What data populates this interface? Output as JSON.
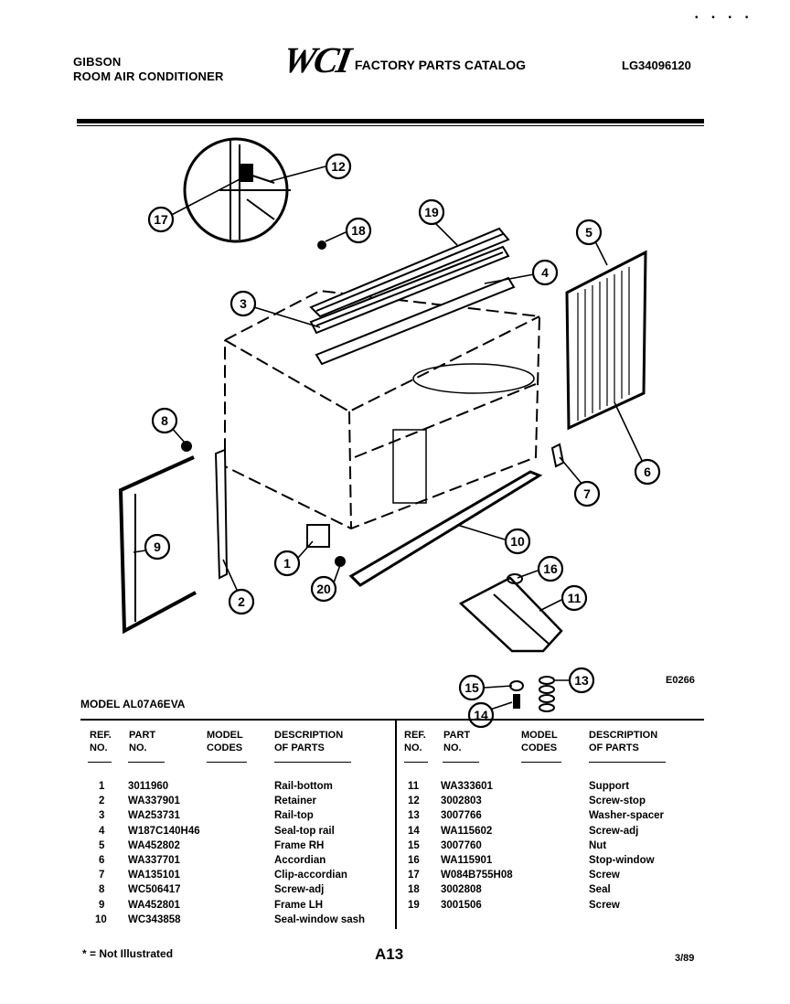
{
  "header": {
    "brand": "GIBSON",
    "product": "ROOM AIR CONDITIONER",
    "logo": "WCI",
    "catalog_title": "FACTORY PARTS CATALOG",
    "catalog_code": "LG34096120"
  },
  "diagram": {
    "code": "E0266",
    "callouts": [
      "1",
      "2",
      "3",
      "4",
      "5",
      "6",
      "7",
      "8",
      "9",
      "10",
      "11",
      "12",
      "13",
      "14",
      "15",
      "16",
      "17",
      "18",
      "19",
      "20"
    ]
  },
  "model": "MODEL AL07A6EVA",
  "table": {
    "headers": {
      "ref": [
        "REF.",
        "NO."
      ],
      "part": [
        "PART",
        "NO."
      ],
      "model": [
        "MODEL",
        "CODES"
      ],
      "desc": [
        "DESCRIPTION",
        "OF PARTS"
      ]
    },
    "left_rows": [
      {
        "ref": "1",
        "part": "3011960",
        "desc": "Rail-bottom"
      },
      {
        "ref": "2",
        "part": "WA337901",
        "desc": "Retainer"
      },
      {
        "ref": "3",
        "part": "WA253731",
        "desc": "Rail-top"
      },
      {
        "ref": "4",
        "part": "W187C140H46",
        "desc": "Seal-top rail"
      },
      {
        "ref": "5",
        "part": "WA452802",
        "desc": "Frame RH"
      },
      {
        "ref": "6",
        "part": "WA337701",
        "desc": "Accordian"
      },
      {
        "ref": "7",
        "part": "WA135101",
        "desc": "Clip-accordian"
      },
      {
        "ref": "8",
        "part": "WC506417",
        "desc": "Screw-adj"
      },
      {
        "ref": "9",
        "part": "WA452801",
        "desc": "Frame LH"
      },
      {
        "ref": "10",
        "part": "WC343858",
        "desc": "Seal-window sash"
      }
    ],
    "right_rows": [
      {
        "ref": "11",
        "part": "WA333601",
        "desc": "Support"
      },
      {
        "ref": "12",
        "part": "3002803",
        "desc": "Screw-stop"
      },
      {
        "ref": "13",
        "part": "3007766",
        "desc": "Washer-spacer"
      },
      {
        "ref": "14",
        "part": "WA115602",
        "desc": "Screw-adj"
      },
      {
        "ref": "15",
        "part": "3007760",
        "desc": "Nut"
      },
      {
        "ref": "16",
        "part": "WA115901",
        "desc": "Stop-window"
      },
      {
        "ref": "17",
        "part": "W084B755H08",
        "desc": "Screw"
      },
      {
        "ref": "18",
        "part": "3002808",
        "desc": "Seal"
      },
      {
        "ref": "19",
        "part": "3001506",
        "desc": "Screw"
      }
    ]
  },
  "footer": {
    "note": "* = Not Illustrated",
    "page": "A13",
    "date": "3/89"
  }
}
